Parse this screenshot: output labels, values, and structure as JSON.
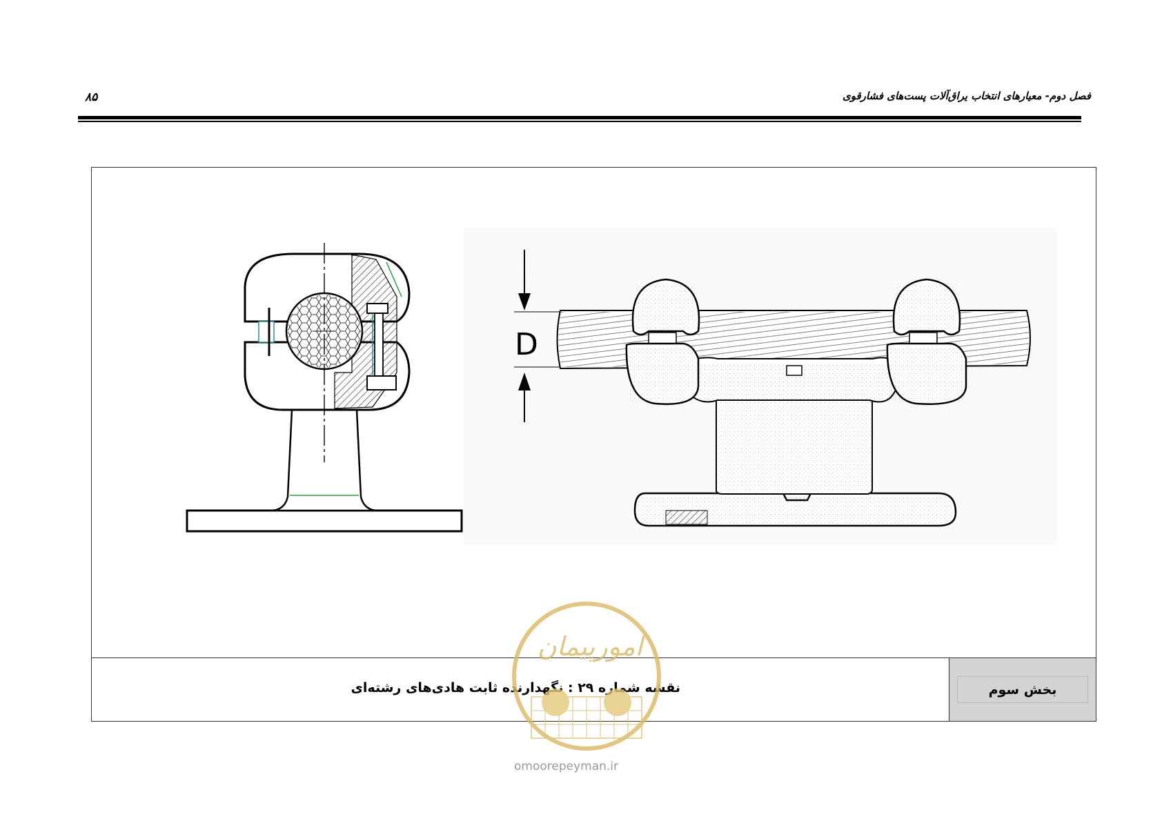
{
  "header": {
    "title": "فصل دوم- معیارهای انتخاب یراق‌آلات پست‌های فشارقوی",
    "page_number": "۸۵"
  },
  "figure": {
    "dimension_label": "D"
  },
  "caption_row": {
    "caption": "نقشه شماره ۲۹ : نگهدارنده ثابت هادی‌های رشته‌ای",
    "section": "بخش سوم"
  },
  "watermark": {
    "logo_text": "امورپیمان",
    "website": "omoorepeyman.ir"
  },
  "colors": {
    "line": "#000000",
    "frame_border": "#333333",
    "section_fill": "#d3d3d3",
    "watermark_gold": "#d9b865",
    "accent_green": "#2e9e3e",
    "accent_teal": "#2a8f9a"
  }
}
